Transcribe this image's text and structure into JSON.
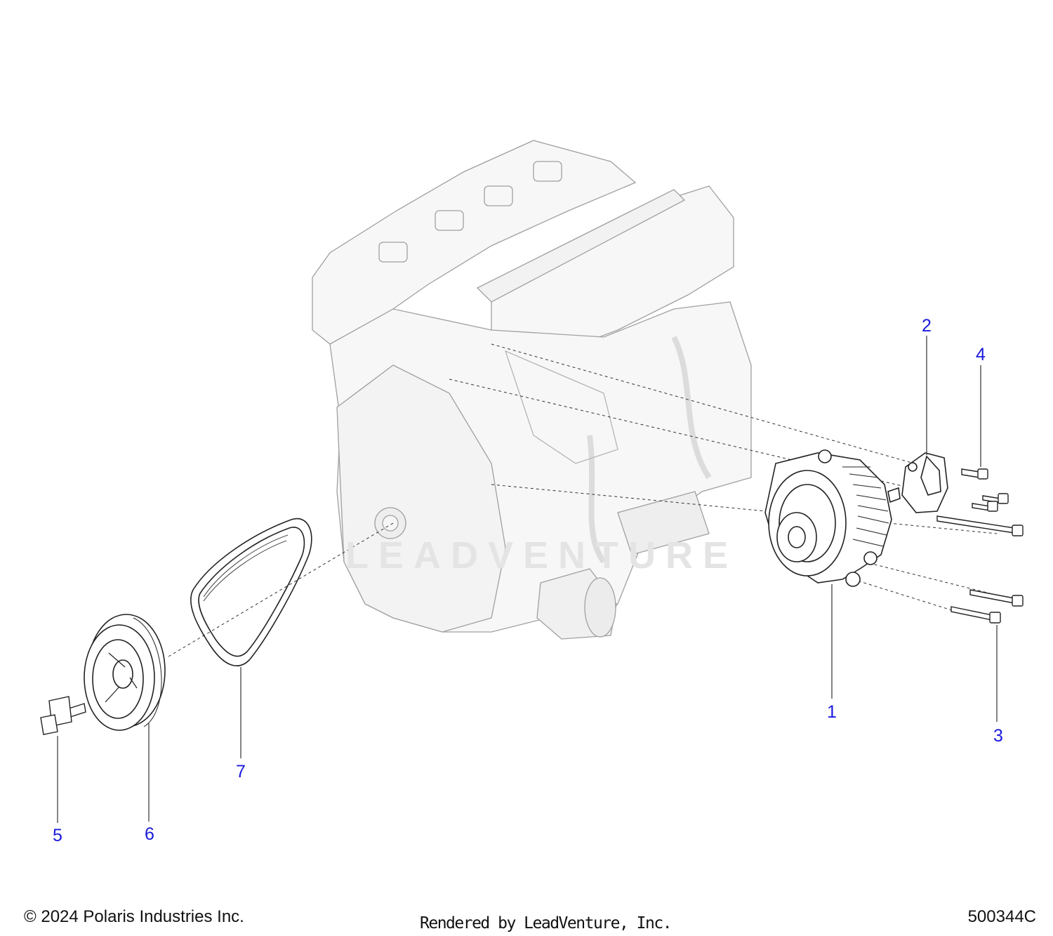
{
  "callouts": [
    {
      "id": "1",
      "label": "1"
    },
    {
      "id": "2",
      "label": "2"
    },
    {
      "id": "3",
      "label": "3"
    },
    {
      "id": "4",
      "label": "4"
    },
    {
      "id": "5",
      "label": "5"
    },
    {
      "id": "6",
      "label": "6"
    },
    {
      "id": "7",
      "label": "7"
    }
  ],
  "watermark": "LEADVENTURE",
  "footer": {
    "copyright": "© 2024 Polaris Industries Inc.",
    "rendered_by": "Rendered by LeadVenture, Inc.",
    "diagram_code": "500344C"
  },
  "colors": {
    "callout": "#1a1adb",
    "line_art": "#222222",
    "engine_line_art": "#9a9a9a",
    "watermark": "#e4e4e4"
  }
}
